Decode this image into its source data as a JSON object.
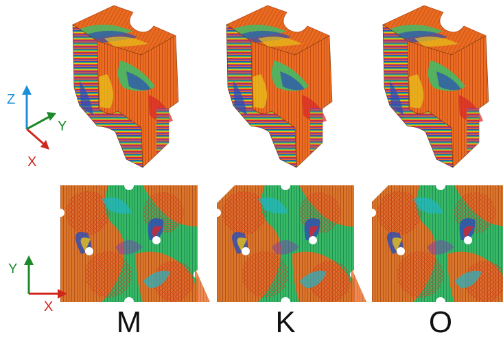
{
  "colors": {
    "axis_z": "#1a8fd8",
    "axis_y": "#1b8a2a",
    "axis_x": "#d0271d",
    "orange": "#ea6a1f",
    "green": "#3bbf6a",
    "blue": "#2b4db8",
    "yellow": "#e8c21a",
    "red": "#d8262a",
    "purple": "#7b3fb0",
    "cyan": "#1fb5c8"
  },
  "axes_3d": {
    "z": "Z",
    "y": "Y",
    "x": "X"
  },
  "axes_2d": {
    "y": "Y",
    "x": "X"
  },
  "panels": [
    {
      "label": "M"
    },
    {
      "label": "K"
    },
    {
      "label": "O"
    }
  ]
}
